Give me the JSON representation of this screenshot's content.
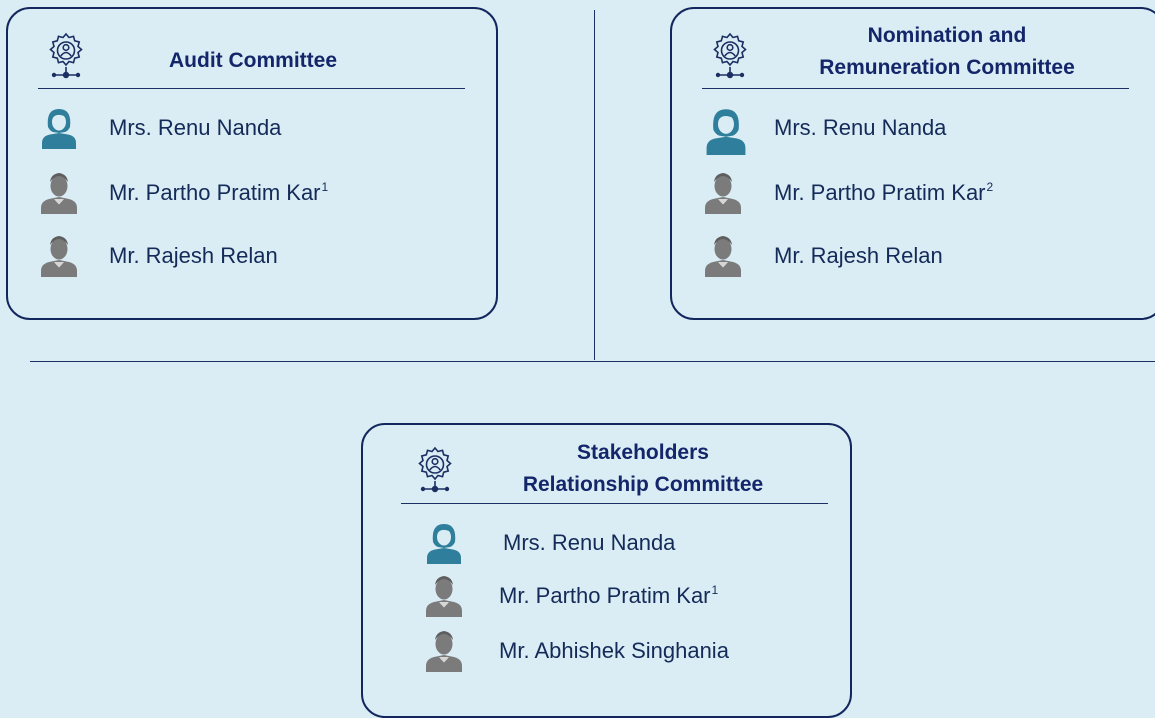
{
  "committees": {
    "audit": {
      "title": "Audit Committee",
      "members": [
        {
          "name": "Mrs. Renu Nanda",
          "note": "",
          "icon": "female-person-icon"
        },
        {
          "name": "Mr. Partho Pratim Kar",
          "note": "1",
          "icon": "male-person-icon"
        },
        {
          "name": "Mr. Rajesh Relan",
          "note": "",
          "icon": "male-person-icon"
        }
      ]
    },
    "nomination": {
      "title_line1": "Nomination and",
      "title_line2": "Remuneration Committee",
      "members": [
        {
          "name": "Mrs. Renu Nanda",
          "note": "",
          "icon": "female-person-icon"
        },
        {
          "name": "Mr. Partho Pratim Kar",
          "note": "2",
          "icon": "male-person-icon"
        },
        {
          "name": "Mr. Rajesh Relan",
          "note": "",
          "icon": "male-person-icon"
        }
      ]
    },
    "stakeholders": {
      "title_line1": "Stakeholders",
      "title_line2": "Relationship Committee",
      "members": [
        {
          "name": "Mrs. Renu Nanda",
          "note": "",
          "icon": "female-person-icon"
        },
        {
          "name": "Mr. Partho Pratim Kar",
          "note": "1",
          "icon": "male-person-icon"
        },
        {
          "name": "Mr. Abhishek Singhania",
          "note": "",
          "icon": "male-person-icon"
        }
      ]
    }
  },
  "colors": {
    "background": "#daedf4",
    "border": "#13275e",
    "title": "#14266a",
    "female_icon": "#2f7f9c",
    "male_icon": "#7b7b7b"
  },
  "icons": {
    "committee": "gear-people-icon"
  }
}
